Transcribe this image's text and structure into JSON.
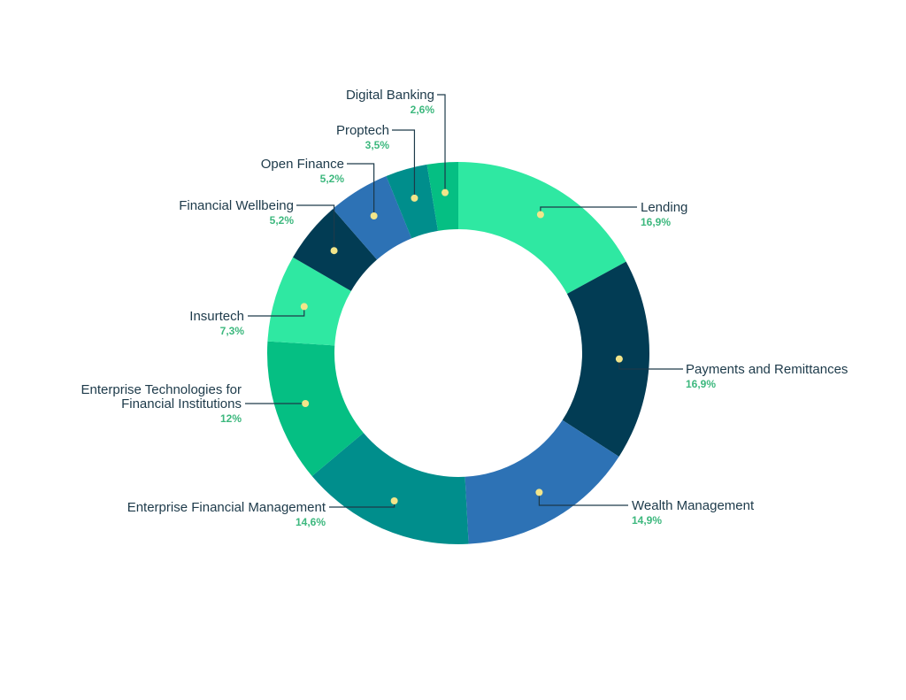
{
  "chart_data": {
    "type": "pie",
    "variant": "donut",
    "title": "",
    "unit": "%",
    "slices": [
      {
        "label": "Lending",
        "value": 16.9,
        "value_label": "16,9%",
        "color": "#2FE8A2"
      },
      {
        "label": "Payments and Remittances",
        "value": 16.9,
        "value_label": "16,9%",
        "color": "#023C54"
      },
      {
        "label": "Wealth Management",
        "value": 14.9,
        "value_label": "14,9%",
        "color": "#2D72B5"
      },
      {
        "label": "Enterprise Financial Management",
        "value": 14.6,
        "value_label": "14,6%",
        "color": "#008E8C"
      },
      {
        "label": "Enterprise Technologies for Financial Institutions",
        "label_lines": [
          "Enterprise Technologies for",
          "Financial Institutions"
        ],
        "value": 12,
        "value_label": "12%",
        "color": "#05BF83"
      },
      {
        "label": "Insurtech",
        "value": 7.3,
        "value_label": "7,3%",
        "color": "#2FE8A2"
      },
      {
        "label": "Financial Wellbeing",
        "value": 5.2,
        "value_label": "5,2%",
        "color": "#023C54"
      },
      {
        "label": "Open Finance",
        "value": 5.2,
        "value_label": "5,2%",
        "color": "#2D72B5"
      },
      {
        "label": "Proptech",
        "value": 3.5,
        "value_label": "3,5%",
        "color": "#008E8C"
      },
      {
        "label": "Digital Banking",
        "value": 2.6,
        "value_label": "2,6%",
        "color": "#05BF83"
      }
    ],
    "legend": "none",
    "start": "top",
    "direction": "clockwise"
  },
  "style": {
    "dot_color": "#F2E58A",
    "line_color": "#1d3a4a",
    "name_color": "#1d3a4a",
    "value_color": "#3db87e"
  }
}
